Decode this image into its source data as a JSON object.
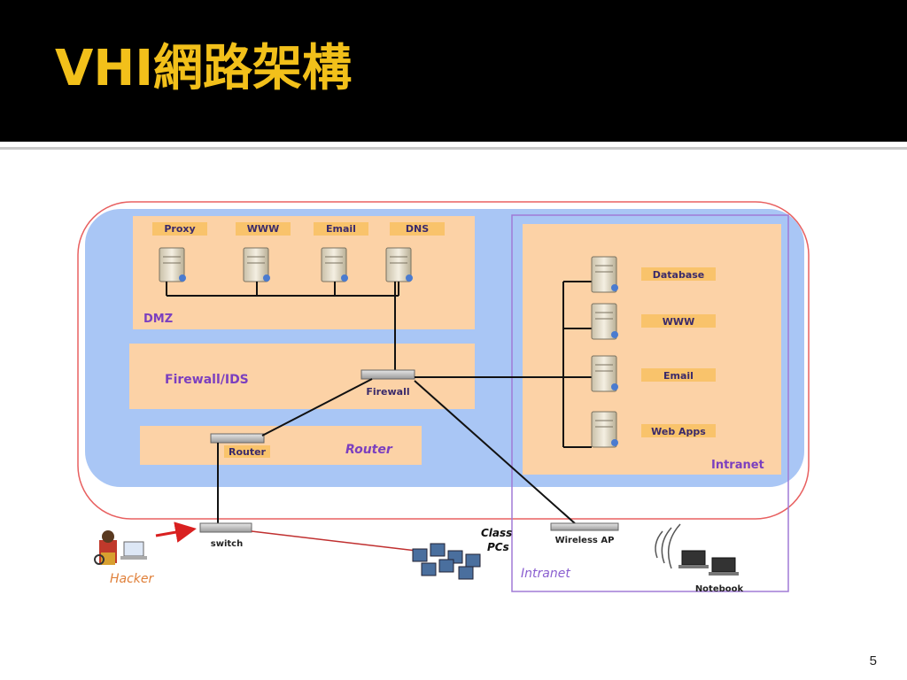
{
  "slide": {
    "title": "VHI網路架構",
    "page_number": "5"
  },
  "diagram": {
    "dmz": {
      "zone_label": "DMZ",
      "servers": [
        "Proxy",
        "WWW",
        "Email",
        "DNS"
      ]
    },
    "firewall_zone": {
      "zone_label": "Firewall/IDS",
      "device_label": "Firewall"
    },
    "router_zone": {
      "zone_label": "Router",
      "device_label": "Router"
    },
    "intranet_servers": {
      "zone_label": "Intranet",
      "servers": [
        "Database",
        "WWW",
        "Email",
        "Web Apps"
      ]
    },
    "outside": {
      "switch_label": "switch",
      "hacker_label": "Hacker",
      "class_pcs_label_1": "Class",
      "class_pcs_label_2": "PCs",
      "wireless_ap_label": "Wireless AP",
      "intranet_label": "Intranet",
      "notebook_label": "Notebook"
    },
    "colors": {
      "zone_fill": "#fcd2a6",
      "label_badge": "#f9c36b",
      "zone_text": "#7b3fbf",
      "blue_area": "#a9c6f5",
      "link": "#111111",
      "attack_arrow": "#d92020"
    }
  }
}
